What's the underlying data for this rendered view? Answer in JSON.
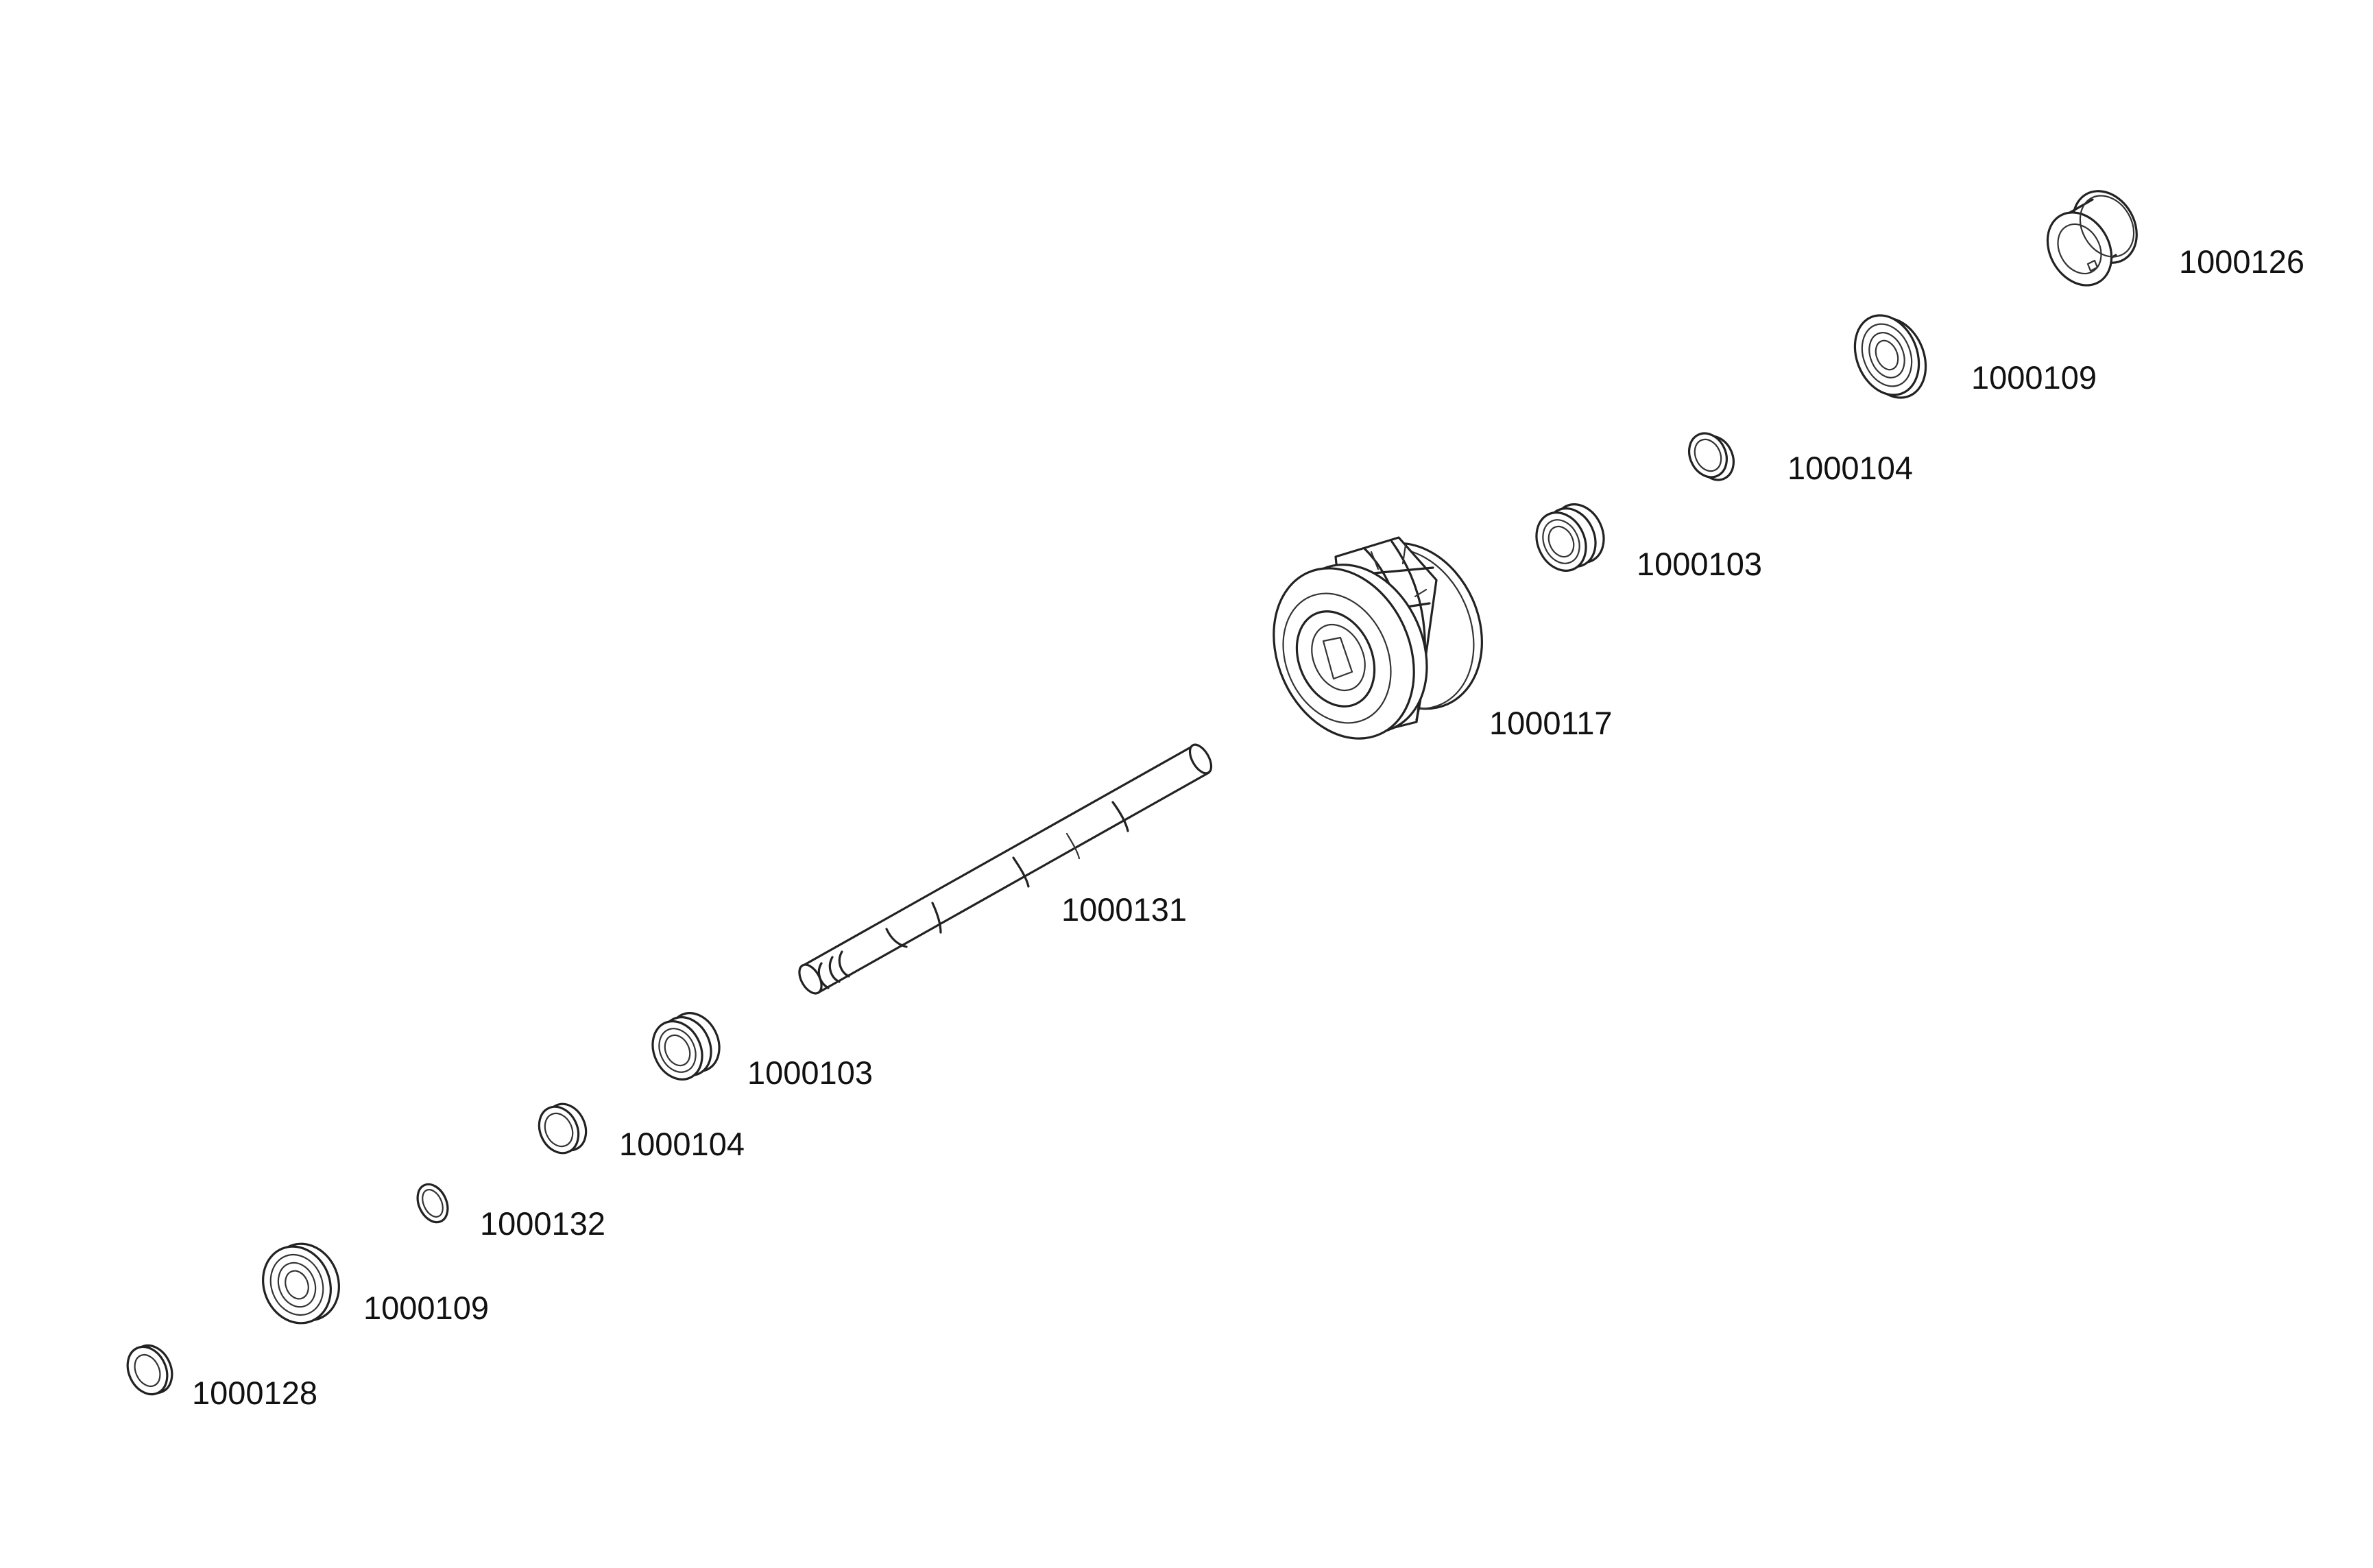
{
  "colors": {
    "line": "#222222",
    "text": "#111111",
    "background": "#ffffff"
  },
  "parts": [
    {
      "id": "p1",
      "part_number": "1000126",
      "shape": "bushing-icon"
    },
    {
      "id": "p2",
      "part_number": "1000109",
      "shape": "ball-bearing-icon"
    },
    {
      "id": "p3",
      "part_number": "1000104",
      "shape": "spacer-ring-icon"
    },
    {
      "id": "p4",
      "part_number": "1000103",
      "shape": "shaft-seal-icon"
    },
    {
      "id": "p5",
      "part_number": "1000117",
      "shape": "impeller-icon"
    },
    {
      "id": "p6",
      "part_number": "1000131",
      "shape": "shaft-icon"
    },
    {
      "id": "p7",
      "part_number": "1000103",
      "shape": "shaft-seal-icon"
    },
    {
      "id": "p8",
      "part_number": "1000104",
      "shape": "spacer-ring-icon"
    },
    {
      "id": "p9",
      "part_number": "1000132",
      "shape": "retaining-ring-icon"
    },
    {
      "id": "p10",
      "part_number": "1000109",
      "shape": "ball-bearing-icon"
    },
    {
      "id": "p11",
      "part_number": "1000128",
      "shape": "washer-icon"
    }
  ]
}
